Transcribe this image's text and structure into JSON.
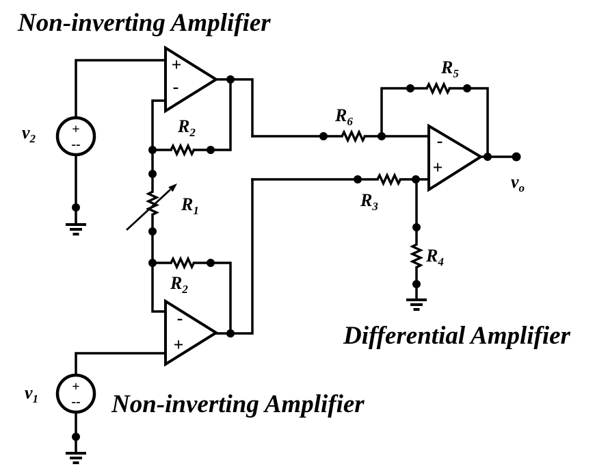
{
  "titles": {
    "top": "Non-inverting Amplifier",
    "bottom": "Non-inverting Amplifier",
    "differential": "Differential Amplifier"
  },
  "colors": {
    "ink": "#000000",
    "background": "#ffffff"
  },
  "sources": {
    "v2": {
      "base": "v",
      "sub": "2",
      "plus": "+",
      "minus": "--"
    },
    "v1": {
      "base": "v",
      "sub": "1",
      "plus": "+",
      "minus": "--"
    }
  },
  "output": {
    "base": "v",
    "sub": "o"
  },
  "resistors": {
    "r1": {
      "base": "R",
      "sub": "1",
      "variable": true
    },
    "r2_top": {
      "base": "R",
      "sub": "2"
    },
    "r2_bottom": {
      "base": "R",
      "sub": "2"
    },
    "r3": {
      "base": "R",
      "sub": "3"
    },
    "r4": {
      "base": "R",
      "sub": "4"
    },
    "r5": {
      "base": "R",
      "sub": "5"
    },
    "r6": {
      "base": "R",
      "sub": "6"
    }
  },
  "opamps": {
    "top": {
      "upper_pin": "+",
      "lower_pin": "-"
    },
    "bottom": {
      "upper_pin": "-",
      "lower_pin": "+"
    },
    "differential": {
      "upper_pin": "-",
      "lower_pin": "+"
    }
  }
}
